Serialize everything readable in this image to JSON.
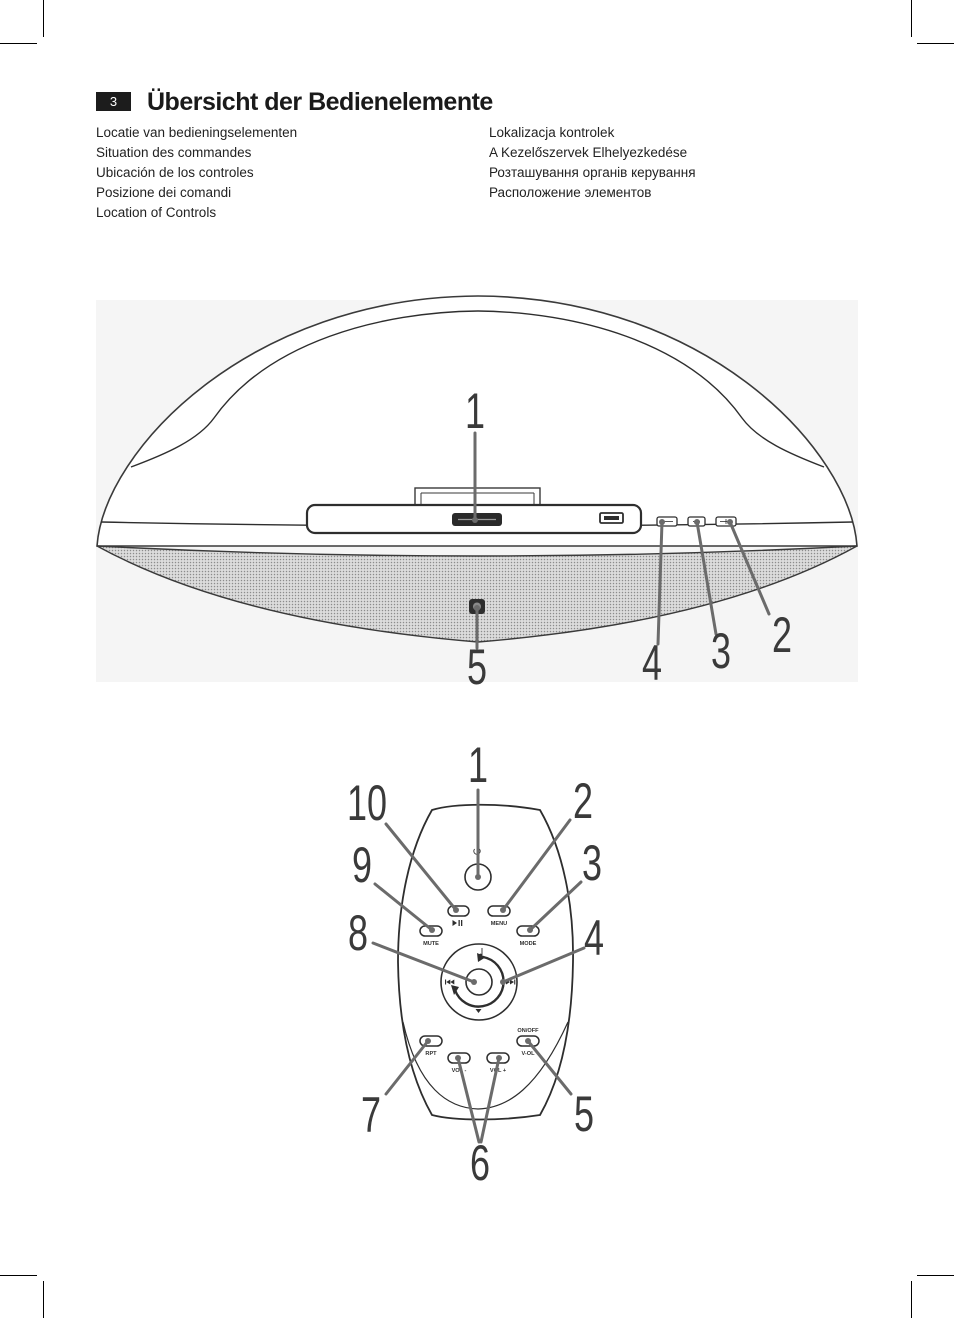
{
  "page": {
    "number": "3",
    "title": "Übersicht der Bedienelemente"
  },
  "subtitles": {
    "left": [
      "Locatie van bedieningselementen",
      "Situation des commandes",
      "Ubicación de los controles",
      "Posizione dei comandi",
      "Location of Controls"
    ],
    "right": [
      "Lokalizacja kontrolek",
      "A Kezelőszervek Elhelyezkedése",
      "Розташування органів керування",
      "Расположение элементов"
    ]
  },
  "speaker_figure": {
    "callout_numbers": [
      "1",
      "2",
      "3",
      "4",
      "5"
    ]
  },
  "remote_figure": {
    "callout_numbers": [
      "1",
      "2",
      "3",
      "4",
      "5",
      "6",
      "7",
      "8",
      "9",
      "10"
    ],
    "button_labels": {
      "menu": "MENU",
      "mute": "MUTE",
      "mode": "MODE",
      "repeat": "RPT",
      "on_off": "ON/OFF",
      "v_ol": "V-OL",
      "vol_minus": "VOL -",
      "vol_plus": "VOL +"
    }
  },
  "icons": [
    "power-icon",
    "play-pause-icon",
    "music-note-icon",
    "previous-track-icon",
    "next-track-icon",
    "down-arrow-icon"
  ],
  "colors": {
    "ink": "#2e2e2e",
    "callout": "#6b6b6b",
    "callout_number": "#3a3a3a",
    "page_badge": "#1c1c1c",
    "figure_background": "#f5f5f5"
  }
}
